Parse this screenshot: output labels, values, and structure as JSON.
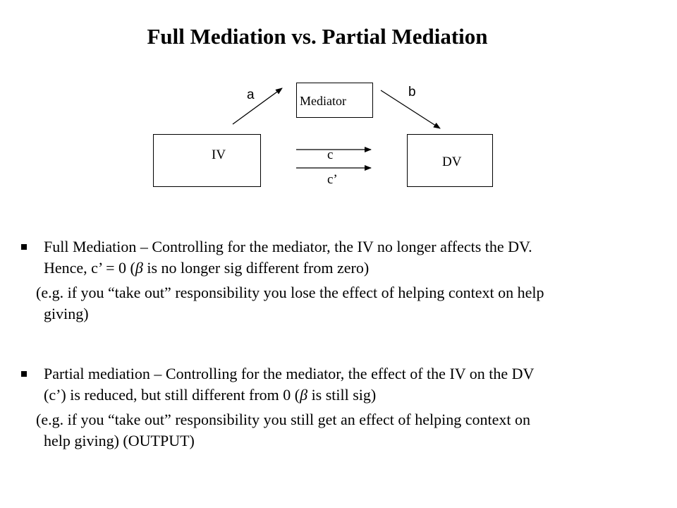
{
  "title": "Full Mediation vs. Partial Mediation",
  "diagram": {
    "mediator_label": "Mediator",
    "iv_label": "IV",
    "dv_label": "DV",
    "path_a_label": "a",
    "path_b_label": "b",
    "path_c_label": "c",
    "path_c_prime_label": "c’"
  },
  "bullets": [
    {
      "line1": "Full Mediation – Controlling for the mediator, the IV no longer affects the DV.",
      "line2_pre": "Hence, c’ = 0 (",
      "line2_beta": "β",
      "line2_post": " is no longer sig different from zero)",
      "example_line1": "(e.g. if you “take out” responsibility you lose the effect of helping context on help",
      "example_line2": "giving)"
    },
    {
      "line1": "Partial mediation – Controlling for the mediator, the effect of the IV on the DV",
      "line2_pre": "(c’) is reduced, but still different from 0 (",
      "line2_beta": "β",
      "line2_post": " is still sig)",
      "example_line1": "(e.g. if you “take out” responsibility you still get an effect of helping context on",
      "example_line2": "help giving)  (OUTPUT)"
    }
  ]
}
